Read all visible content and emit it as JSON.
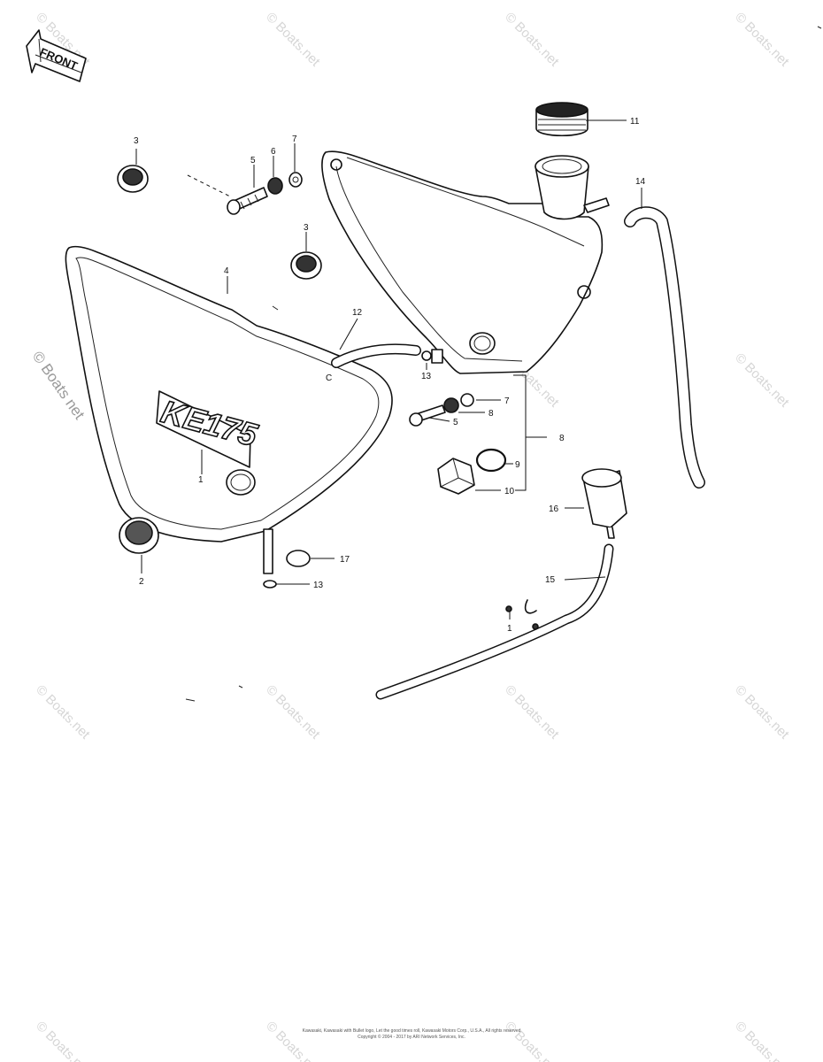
{
  "watermark": {
    "text": "© Boats.net",
    "side_text": "© Boats net"
  },
  "arrow": {
    "label": "FRONT"
  },
  "emblem": {
    "text": "KE175"
  },
  "callouts": {
    "c1": "1",
    "c2": "2",
    "c3a": "3",
    "c3b": "3",
    "c4": "4",
    "c5a": "5",
    "c5b": "5",
    "c6": "6",
    "c7a": "7",
    "c7b": "7",
    "c8a": "8",
    "c8b": "8",
    "c9": "9",
    "c10": "10",
    "c11": "11",
    "c12": "12",
    "c13a": "13",
    "c13b": "13",
    "c14": "14",
    "c15": "15",
    "c16": "16",
    "c17": "17",
    "c18": "1",
    "cC": "C"
  },
  "footer": {
    "line1": "Kawasaki, Kawasaki with Bullet logo, Let the good times roll, Kawasaki Motors Corp., U.S.A., All rights reserved",
    "line2": "Copyright © 2004 - 2017 by ARI Network Services, Inc."
  }
}
